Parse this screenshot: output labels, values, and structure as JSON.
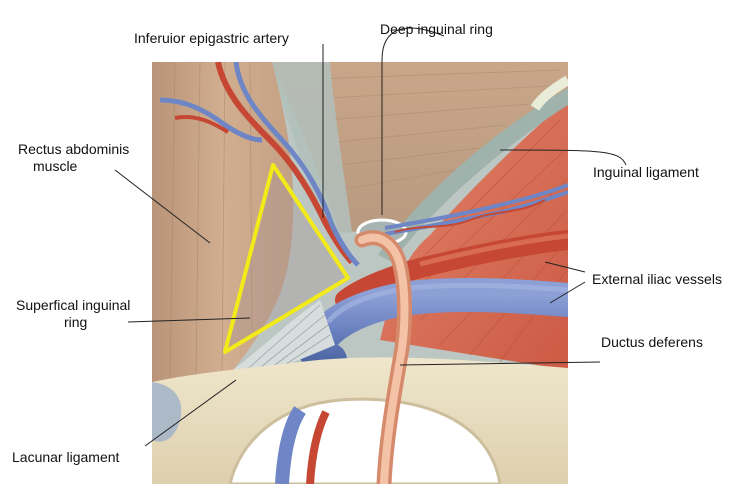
{
  "labels": {
    "inferior_epigastric_artery": "Inferuior epigastric artery",
    "deep_inguinal_ring": "Deep inguinal ring",
    "rectus_abdominis_line1": "Rectus abdominis",
    "rectus_abdominis_line2": "muscle",
    "inguinal_ligament": "Inguinal ligament",
    "external_iliac_vessels": "External iliac vessels",
    "superficial_inguinal_ring_line1": "Superfical inguinal",
    "superficial_inguinal_ring_line2": "ring",
    "ductus_deferens": "Ductus deferens",
    "lacunar_ligament": "Lacunar ligament"
  },
  "colors": {
    "background": "#ffffff",
    "muscle_tan": "#cfa98a",
    "fascia_gray": "#b9c4c0",
    "muscle_red": "#d8674f",
    "artery_red": "#c4442f",
    "vein_blue": "#6f86c4",
    "bone": "#ebe0c2",
    "ductus": "#e9a78a",
    "highlight_yellow": "#f3ea1a"
  }
}
